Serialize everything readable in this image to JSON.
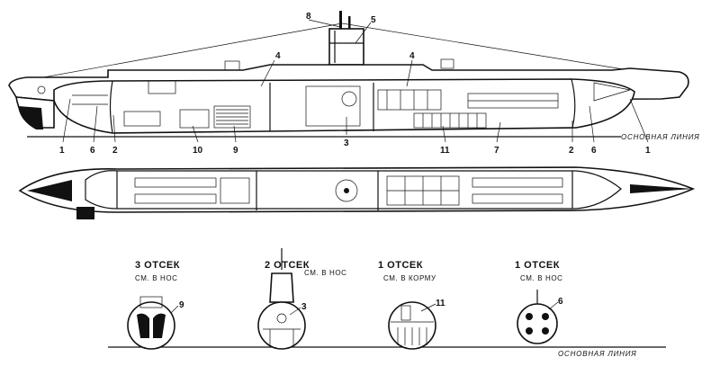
{
  "callouts": {
    "top": {
      "n8": "8",
      "n5": "5",
      "n4a": "4",
      "n4b": "4",
      "n1a": "1",
      "n6a": "6",
      "n2a": "2",
      "n10": "10",
      "n9": "9",
      "n3": "3",
      "n11": "11",
      "n7": "7",
      "n2b": "2",
      "n6b": "6",
      "n1b": "1"
    },
    "sections": {
      "s9": "9",
      "s3": "3",
      "s11": "11",
      "s6": "6"
    }
  },
  "baseline_top": "ОСНОВНАЯ ЛИНИЯ",
  "baseline_bottom": "ОСНОВНАЯ ЛИНИЯ",
  "sections": [
    {
      "title": "3 ОТСЕК",
      "subtitle": "СМ. В НОС"
    },
    {
      "title": "2 ОТСЕК",
      "subtitle": "СМ. В НОС"
    },
    {
      "title": "1 ОТСЕК",
      "subtitle": "СМ. В КОРМУ"
    },
    {
      "title": "1 ОТСЕК",
      "subtitle": "СМ. В НОС"
    }
  ]
}
